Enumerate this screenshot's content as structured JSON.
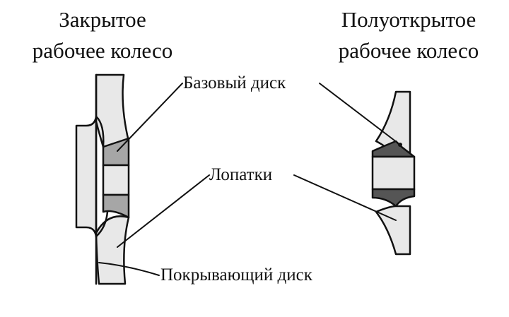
{
  "titles": {
    "closed_line1": "Закрытое",
    "closed_line2": "рабочее колесо",
    "semi_line1": "Полуоткрытое",
    "semi_line2": "рабочее колесо"
  },
  "labels": {
    "base_disk": "Базовый диск",
    "blades": "Лопатки",
    "cover_disk": "Покрывающий диск"
  },
  "colors": {
    "outline": "#111111",
    "light_fill": "#e8e8e8",
    "medium_fill": "#a6a6a6",
    "dark_fill": "#555555"
  }
}
